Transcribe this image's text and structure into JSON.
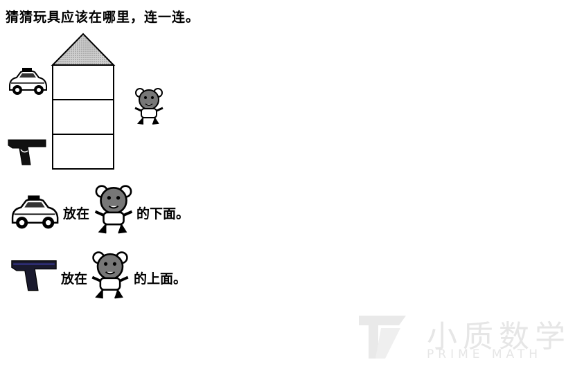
{
  "question": {
    "title": "猜猜玩具应该在哪里，连一连。"
  },
  "house": {
    "roof_color": "#b5b5b5"
  },
  "statements": [
    {
      "connector": "放在",
      "tail": "的下面。"
    },
    {
      "connector": "放在",
      "tail": "的上面。"
    }
  ],
  "watermark": {
    "brand_cn": "小质数学",
    "brand_en": "PRIME MATH"
  }
}
